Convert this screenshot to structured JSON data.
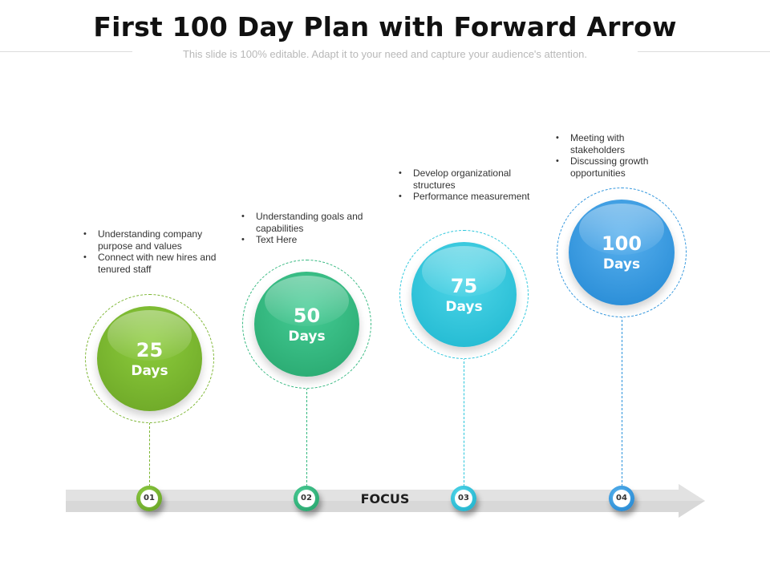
{
  "title": "First 100 Day Plan with Forward Arrow",
  "subtitle": "This slide is 100% editable. Adapt it to your need and capture your audience's attention.",
  "arrow_label": "FOCUS",
  "colors": {
    "green": "#7ab52f",
    "teal_green": "#33b87f",
    "cyan": "#2ac6dc",
    "blue": "#2f95dd",
    "arrow": "#d6d6d6"
  },
  "steps": [
    {
      "number": "25",
      "unit": "Days",
      "marker": "01",
      "color": "#7ab52f",
      "bullets": [
        "Understanding company purpose and values",
        "Connect with new hires and tenured staff"
      ]
    },
    {
      "number": "50",
      "unit": "Days",
      "marker": "02",
      "color": "#33b87f",
      "bullets": [
        "Understanding goals and capabilities",
        "Text Here"
      ]
    },
    {
      "number": "75",
      "unit": "Days",
      "marker": "03",
      "color": "#2ac6dc",
      "bullets": [
        "Develop organizational structures",
        "Performance measurement"
      ]
    },
    {
      "number": "100",
      "unit": "Days",
      "marker": "04",
      "color": "#2f95dd",
      "bullets": [
        "Meeting with stakeholders",
        "Discussing growth opportunities"
      ]
    }
  ]
}
